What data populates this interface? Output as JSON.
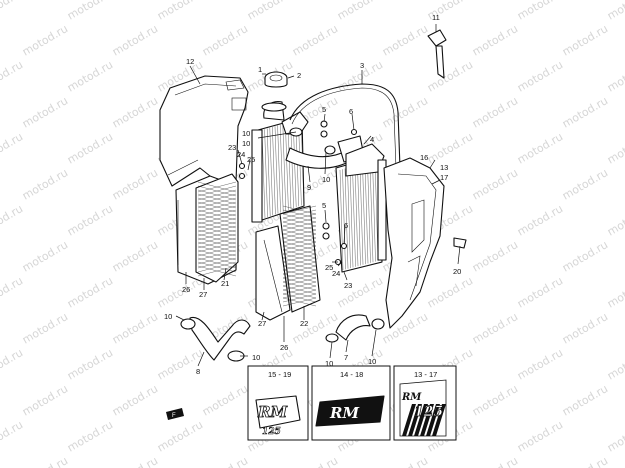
{
  "watermark": {
    "text": "motod.ru"
  },
  "callouts": {
    "p1": "1",
    "p2": "2",
    "p3": "3",
    "p4": "4",
    "p5a": "5",
    "p5b": "5",
    "p6a": "6",
    "p6b": "6",
    "p7": "7",
    "p8": "8",
    "p9": "9",
    "p10a": "10",
    "p10b": "10",
    "p10c": "10",
    "p10d": "10",
    "p10e": "10",
    "p10f": "10",
    "p11": "11",
    "p12": "12",
    "p13": "13",
    "p17a": "17",
    "p16": "16",
    "p20": "20",
    "p21": "21",
    "p22": "22",
    "p23a": "23",
    "p23b": "23",
    "p24a": "24",
    "p24b": "24",
    "p25a": "25",
    "p25b": "25",
    "p26a": "26",
    "p26b": "26",
    "p27a": "27",
    "p27b": "27"
  },
  "decal_boxes": [
    {
      "label": "15 - 19",
      "logo": "RM",
      "sub": "125"
    },
    {
      "label": "14 - 18",
      "logo": "RM",
      "sub": ""
    },
    {
      "label": "13 - 17",
      "logo": "RM",
      "sub": "125"
    }
  ],
  "front_marker": {
    "text": "F"
  }
}
